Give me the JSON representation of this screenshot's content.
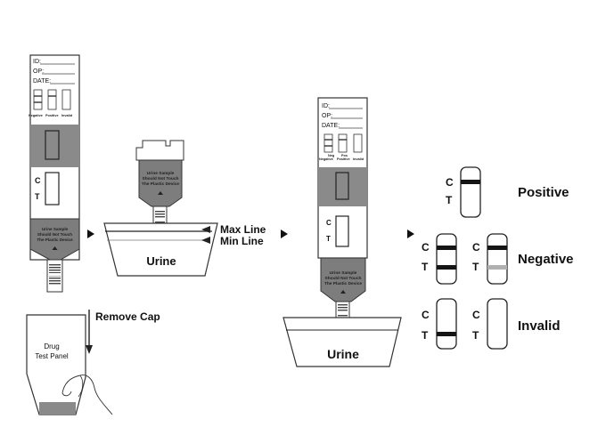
{
  "card": {
    "id_label": "ID:",
    "op_label": "OP:",
    "date_label": "DATE:",
    "window_labels": [
      "Negative",
      "Positive",
      "Invalid"
    ],
    "window_labels_short": [
      "Neg",
      "Pos"
    ],
    "c_label": "C",
    "t_label": "T",
    "warning_text": [
      "Urine Sample",
      "Should Not Touch",
      "The Plastic Device"
    ]
  },
  "steps": {
    "remove_cap": "Remove Cap",
    "drug_panel": [
      "Drug",
      "Test Panel"
    ],
    "max_line": "Max Line",
    "min_line": "Min Line",
    "urine_label": "Urine"
  },
  "results": {
    "positive": "Positive",
    "negative": "Negative",
    "invalid": "Invalid",
    "c": "C",
    "t": "T"
  },
  "colors": {
    "band": "#151515",
    "faint_band": "#b0b0b0",
    "device_gray": "#8a8a8a",
    "warning_gray": "#7d7d7d"
  }
}
